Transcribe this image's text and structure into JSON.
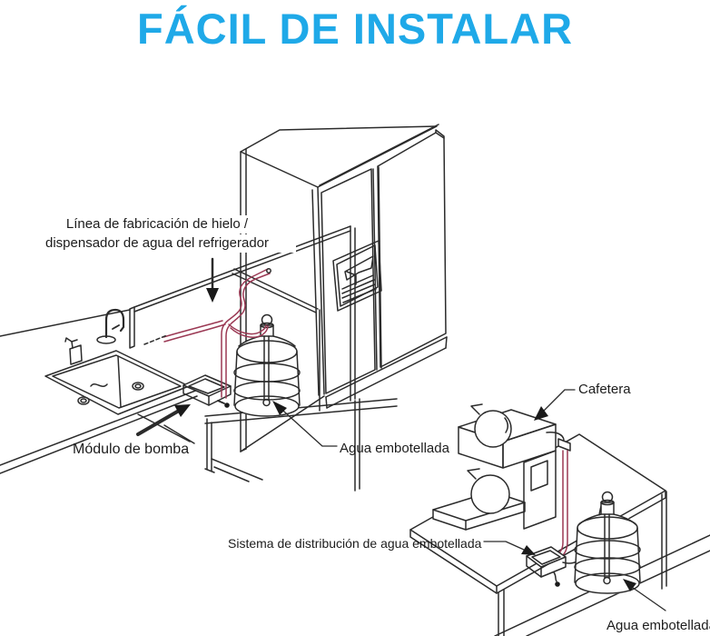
{
  "title": {
    "text": "FÁCIL DE INSTALAR",
    "color": "#1FA9E8"
  },
  "diagram": {
    "labels": {
      "fridge_line_1": "Línea de fabricación de hielo /",
      "fridge_line_2": "dispensador de agua del refrigerador",
      "pump_module": "Módulo de bomba",
      "bottled_water_left": "Agua embotellada",
      "coffee_maker": "Cafetera",
      "distribution_system": "Sistema de distribución de agua embotellada",
      "bottled_water_right": "Agua embotellada"
    },
    "colors": {
      "line": "#2b2b2b",
      "tube": "#9B3954",
      "background": "#ffffff"
    },
    "scenes": [
      "refrigerator-with-sink-and-pump",
      "coffee-maker-with-pump"
    ]
  }
}
